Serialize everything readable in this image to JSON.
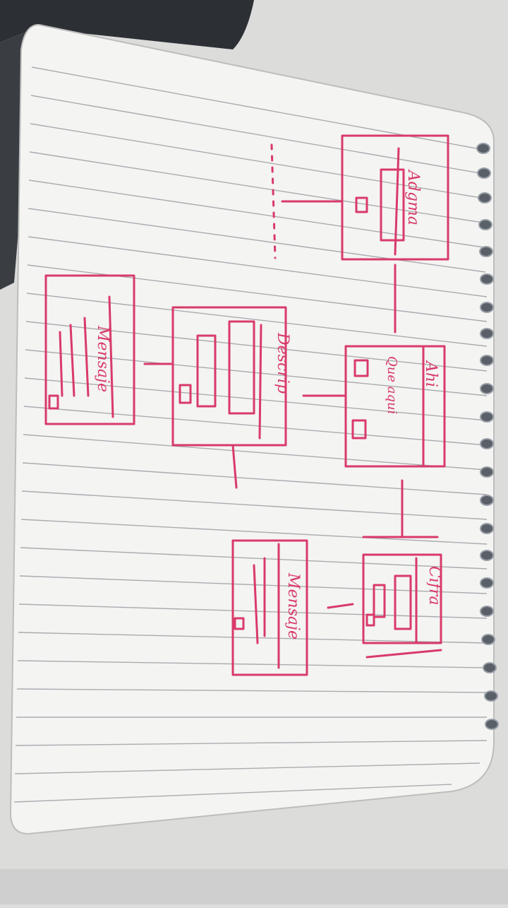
{
  "photo": {
    "ink_color": "#d93a6a",
    "paper_color": "#f4f4f2",
    "rule_color": "#9a9aa2",
    "desk_color": "#dcdcdb"
  },
  "sketch": {
    "labels": {
      "top_screen": "Adgma",
      "center_screen": "Ahi",
      "center_text": "Que aqui",
      "right_screen": "Cifra",
      "middle_left_screen": "Descrip",
      "left_screen": "Mensaje",
      "bottom_left_screen": "Mensaje"
    }
  }
}
